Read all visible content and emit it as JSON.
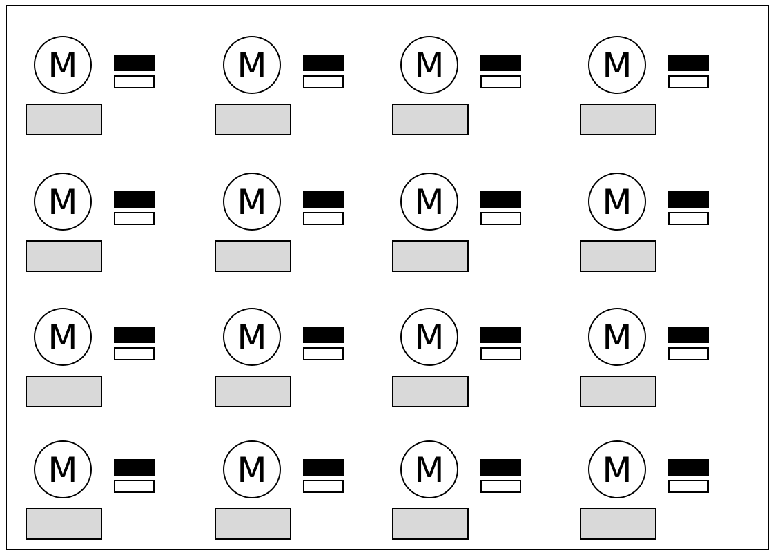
{
  "diagram": {
    "symbol_letter": "M",
    "rows": 4,
    "columns": 4,
    "colors": {
      "border": "#000000",
      "indicator_on": "#000000",
      "indicator_off": "#ffffff",
      "plate_fill": "#d9d9d9",
      "background": "#ffffff"
    }
  }
}
